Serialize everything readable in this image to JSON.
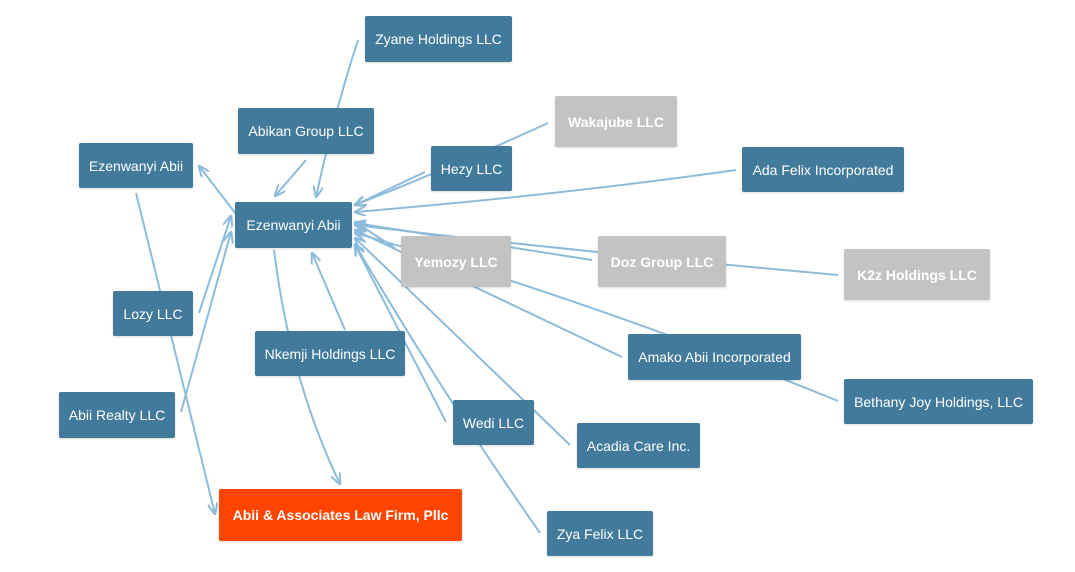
{
  "colors": {
    "entity": "#417a9a",
    "inactive": "#c3c3c3",
    "highlight": "#ff4500",
    "edge": "#8dbcdb"
  },
  "nodes": [
    {
      "id": "zyane",
      "label": "Zyane Holdings LLC",
      "style": "entity"
    },
    {
      "id": "abikan",
      "label": "Abikan Group LLC",
      "style": "entity"
    },
    {
      "id": "wakajube",
      "label": "Wakajube LLC",
      "style": "inactive"
    },
    {
      "id": "ezenwanyi-top",
      "label": "Ezenwanyi Abii",
      "style": "entity"
    },
    {
      "id": "hezy",
      "label": "Hezy LLC",
      "style": "entity"
    },
    {
      "id": "ada-felix",
      "label": "Ada Felix Incorporated",
      "style": "entity"
    },
    {
      "id": "ezenwanyi-center",
      "label": "Ezenwanyi Abii",
      "style": "entity"
    },
    {
      "id": "yemozy",
      "label": "Yemozy LLC",
      "style": "inactive"
    },
    {
      "id": "doz",
      "label": "Doz Group LLC",
      "style": "inactive"
    },
    {
      "id": "k2z",
      "label": "K2z Holdings LLC",
      "style": "inactive"
    },
    {
      "id": "lozy",
      "label": "Lozy LLC",
      "style": "entity"
    },
    {
      "id": "nkemji",
      "label": "Nkemji Holdings LLC",
      "style": "entity"
    },
    {
      "id": "amako",
      "label": "Amako Abii Incorporated",
      "style": "entity"
    },
    {
      "id": "bethany",
      "label": "Bethany Joy Holdings, LLC",
      "style": "entity"
    },
    {
      "id": "abii-realty",
      "label": "Abii Realty LLC",
      "style": "entity"
    },
    {
      "id": "wedi",
      "label": "Wedi LLC",
      "style": "entity"
    },
    {
      "id": "acadia",
      "label": "Acadia Care Inc.",
      "style": "entity"
    },
    {
      "id": "abii-law",
      "label": "Abii & Associates Law Firm, Pllc",
      "style": "highlight"
    },
    {
      "id": "zya-felix",
      "label": "Zya Felix LLC",
      "style": "entity"
    }
  ],
  "edges": [
    {
      "from": "zyane",
      "to": "ezenwanyi-center"
    },
    {
      "from": "abikan",
      "to": "ezenwanyi-center"
    },
    {
      "from": "ezenwanyi-center",
      "to": "ezenwanyi-top"
    },
    {
      "from": "wakajube",
      "to": "ezenwanyi-center"
    },
    {
      "from": "hezy",
      "to": "ezenwanyi-center"
    },
    {
      "from": "ada-felix",
      "to": "ezenwanyi-center"
    },
    {
      "from": "yemozy",
      "to": "ezenwanyi-center"
    },
    {
      "from": "doz",
      "to": "ezenwanyi-center"
    },
    {
      "from": "k2z",
      "to": "ezenwanyi-center"
    },
    {
      "from": "amako",
      "to": "ezenwanyi-center"
    },
    {
      "from": "bethany",
      "to": "ezenwanyi-center"
    },
    {
      "from": "acadia",
      "to": "ezenwanyi-center"
    },
    {
      "from": "wedi",
      "to": "ezenwanyi-center"
    },
    {
      "from": "nkemji",
      "to": "ezenwanyi-center"
    },
    {
      "from": "zya-felix",
      "to": "ezenwanyi-center"
    },
    {
      "from": "lozy",
      "to": "ezenwanyi-center"
    },
    {
      "from": "abii-realty",
      "to": "ezenwanyi-center"
    },
    {
      "from": "ezenwanyi-center",
      "to": "abii-law"
    },
    {
      "from": "ezenwanyi-top",
      "to": "abii-law"
    }
  ]
}
